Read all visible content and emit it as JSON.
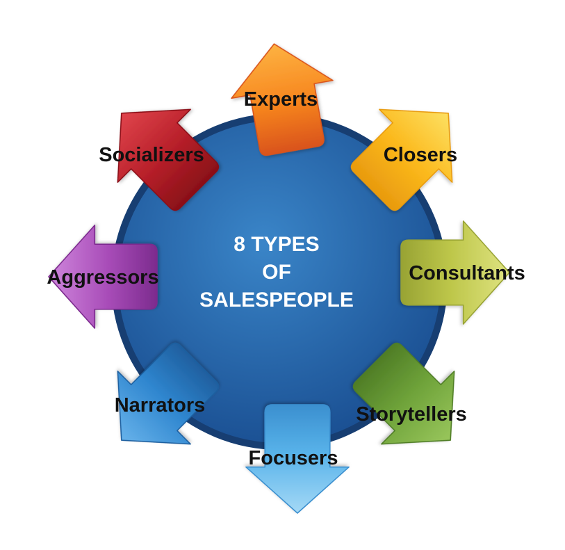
{
  "center": {
    "lines": [
      "8 TYPES",
      "OF",
      "SALESPEOPLE"
    ]
  },
  "arrows": [
    {
      "id": "experts",
      "label": "Experts",
      "color": "#f7861f",
      "light": "#fdb241",
      "dark": "#d9531a"
    },
    {
      "id": "closers",
      "label": "Closers",
      "color": "#fbb81b",
      "light": "#fde062",
      "dark": "#e89a0f"
    },
    {
      "id": "consultants",
      "label": "Consultants",
      "color": "#bdc649",
      "light": "#dfe381",
      "dark": "#98a334"
    },
    {
      "id": "storytellers",
      "label": "Storytellers",
      "color": "#6fa33a",
      "light": "#99c65c",
      "dark": "#4f7d26"
    },
    {
      "id": "focusers",
      "label": "Focusers",
      "color": "#58b3ea",
      "light": "#a5d9f6",
      "dark": "#3b8fcf"
    },
    {
      "id": "narrators",
      "label": "Narrators",
      "color": "#2f86cf",
      "light": "#67b2ea",
      "dark": "#1f5f9f"
    },
    {
      "id": "aggressors",
      "label": "Aggressors",
      "color": "#a84cb8",
      "light": "#cf86dc",
      "dark": "#7c2b8e"
    },
    {
      "id": "socializers",
      "label": "Socializers",
      "color": "#b8202a",
      "light": "#e0444c",
      "dark": "#8a1018"
    }
  ],
  "colors": {
    "hub": "#1a4f92",
    "hub_light": "#3a85c8",
    "hub_ring": "#173e72"
  }
}
